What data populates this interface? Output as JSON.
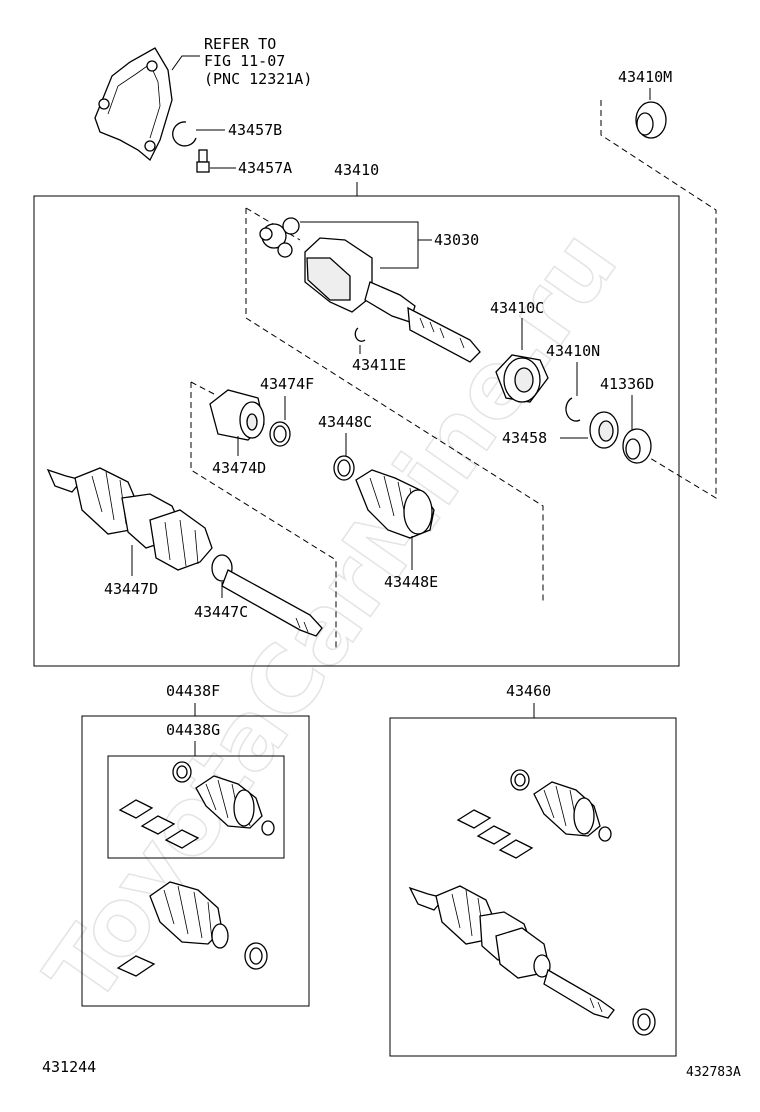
{
  "watermark": "ToyotaCarMine.ru",
  "reference_note": [
    "REFER TO",
    "FIG 11-07",
    "(PNC 12321A)"
  ],
  "part_numbers": {
    "p43457B": "43457B",
    "p43457A": "43457A",
    "p43410": "43410",
    "p43410M": "43410M",
    "p43030": "43030",
    "p43410C": "43410C",
    "p43411E": "43411E",
    "p43410N": "43410N",
    "p43474F": "43474F",
    "p41336D": "41336D",
    "p43448C": "43448C",
    "p43458": "43458",
    "p43474D": "43474D",
    "p43447D": "43447D",
    "p43447C": "43447C",
    "p43448E": "43448E",
    "p04438F": "04438F",
    "p04438G": "04438G",
    "p43460": "43460"
  },
  "footer": {
    "left_code": "431244",
    "right_code": "432783A"
  }
}
